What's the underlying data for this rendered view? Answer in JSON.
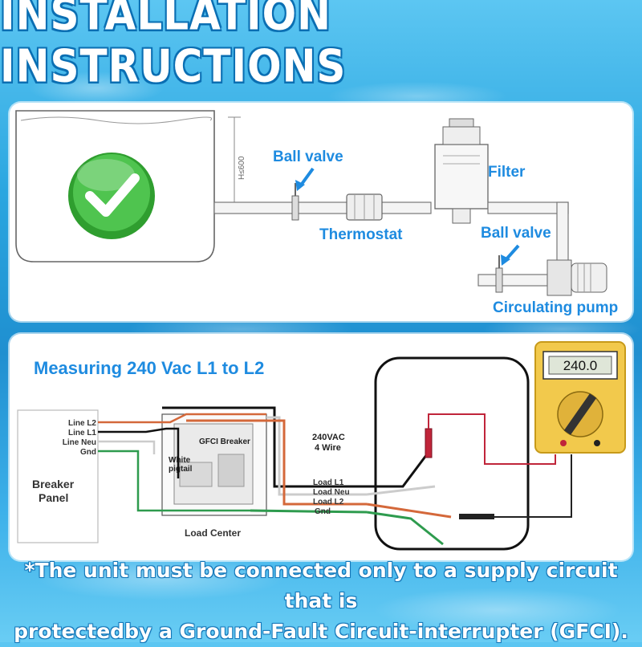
{
  "header": {
    "title": "INSTALLATION INSTRUCTIONS"
  },
  "top_diagram": {
    "height_label": "H≤600",
    "ball_valve_1": "Ball valve",
    "thermostat": "Thermostat",
    "filter": "Filter",
    "ball_valve_2": "Ball valve",
    "circulating_pump": "Circulating pump"
  },
  "bottom_diagram": {
    "title": "Measuring 240 Vac L1 to L2",
    "line_l2": "Line L2",
    "line_l1": "Line L1",
    "line_neu": "Line Neu",
    "gnd_left": "Gnd",
    "breaker_panel_line1": "Breaker",
    "breaker_panel_line2": "Panel",
    "gfci_breaker": "GFCI Breaker",
    "white_pigtail_line1": "White",
    "white_pigtail_line2": "pigtail",
    "load_center": "Load Center",
    "supply_line1": "240VAC",
    "supply_line2": "4 Wire",
    "load_l1": "Load L1",
    "load_neu": "Load Neu",
    "load_l2": "Load L2",
    "gnd_right": "Gnd",
    "meter_reading": "240.0"
  },
  "colors": {
    "accent_blue": "#1e8be0",
    "wire_orange": "#d4683a",
    "wire_green": "#2e9b4e",
    "wire_black": "#111111",
    "meter_yellow": "#f2c94c",
    "probe_red": "#c0253a",
    "check_green": "#3cb43c"
  },
  "icons": [
    "checkmark-icon",
    "arrow-icon"
  ],
  "footer": {
    "line1": "*The unit must be connected only to a supply circuit that is",
    "line2": "protectedby a Ground-Fault Circuit-interrupter (GFCI)."
  }
}
